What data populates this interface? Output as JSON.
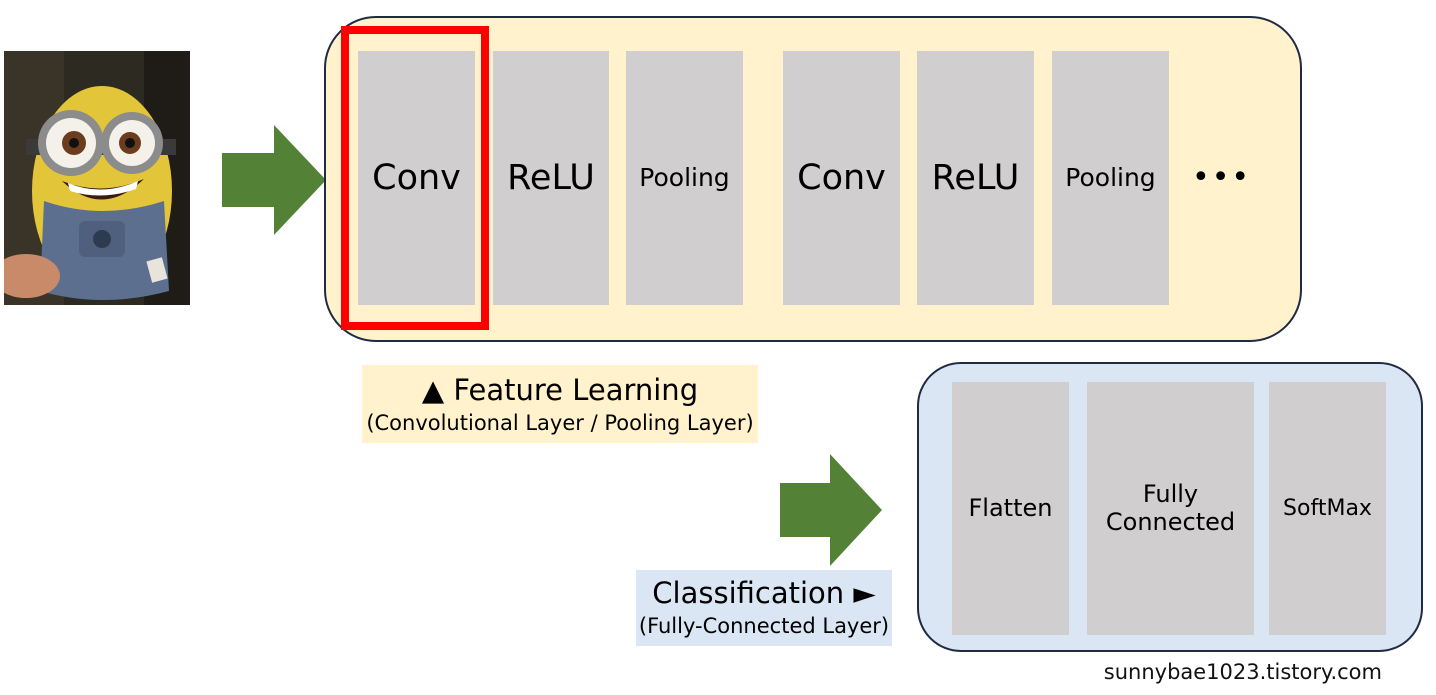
{
  "feature_block": {
    "layers": [
      {
        "label": "Conv"
      },
      {
        "label": "ReLU"
      },
      {
        "label": "Pooling"
      },
      {
        "label": "Conv"
      },
      {
        "label": "ReLU"
      },
      {
        "label": "Pooling"
      }
    ],
    "ellipsis": "•••",
    "caption_title": "▲ Feature Learning",
    "caption_sub": "(Convolutional Layer / Pooling Layer)"
  },
  "classification_block": {
    "layers": [
      {
        "label": "Flatten"
      },
      {
        "label": "Fully Connected"
      },
      {
        "label": "SoftMax"
      }
    ],
    "caption_title": "Classification ►",
    "caption_sub": "(Fully-Connected Layer)"
  },
  "watermark": "sunnybae1023.tistory.com",
  "colors": {
    "arrow": "#538135",
    "highlight": "#ff0000",
    "feature_bg": "#fff2cc",
    "classification_bg": "#dae6f4",
    "layer_box": "#d0cece"
  }
}
